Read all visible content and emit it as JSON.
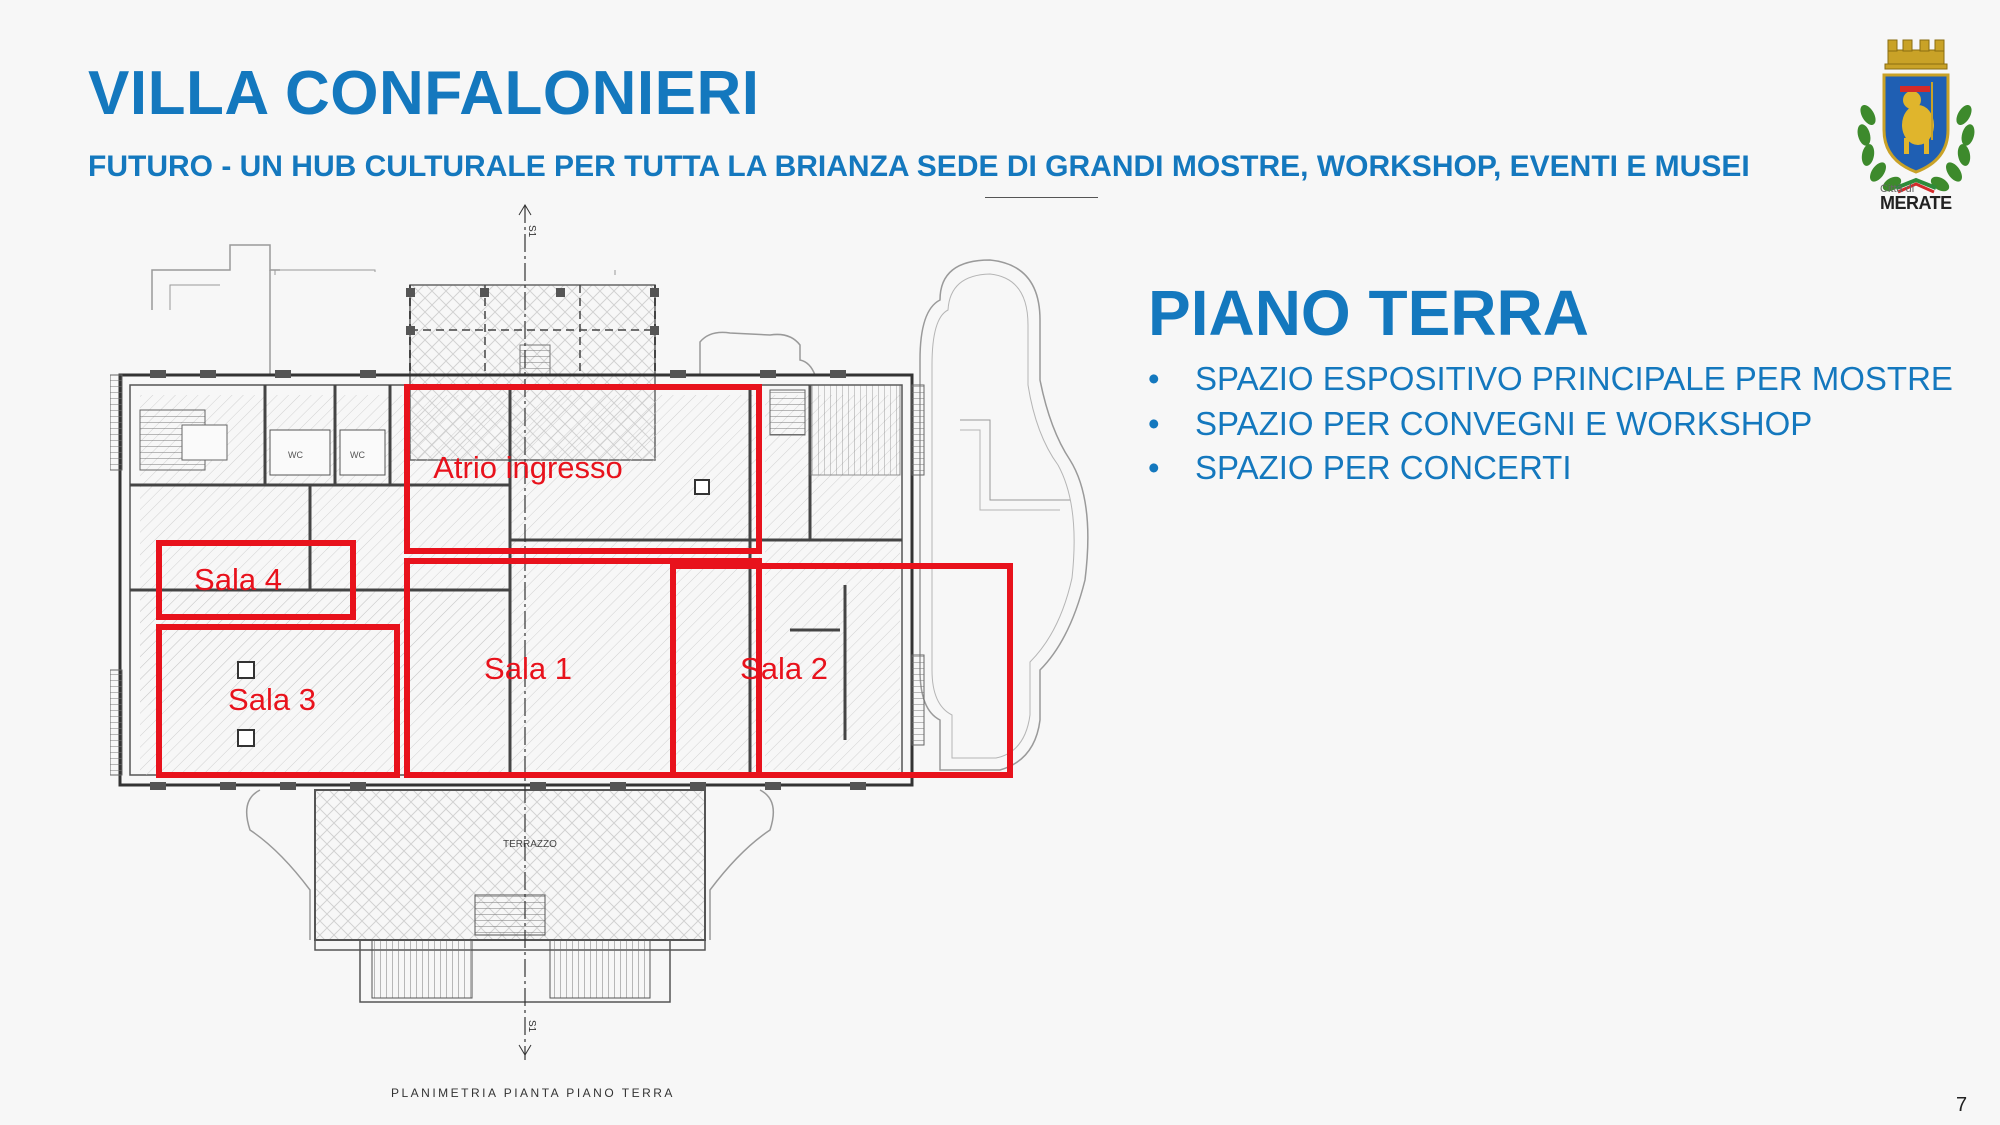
{
  "header": {
    "title": "VILLA CONFALONIERI",
    "subtitle": "FUTURO - UN HUB CULTURALE PER TUTTA LA BRIANZA SEDE DI GRANDI MOSTRE, WORKSHOP, EVENTI E MUSEI"
  },
  "logo": {
    "small": "Città di",
    "name": "MERATE"
  },
  "section": {
    "title": "PIANO TERRA",
    "bullets": [
      "SPAZIO ESPOSITIVO PRINCIPALE PER MOSTRE",
      "SPAZIO PER CONVEGNI E WORKSHOP",
      "SPAZIO PER CONCERTI"
    ]
  },
  "floorplan": {
    "rooms": {
      "atrio": "Atrio ingresso",
      "sala1": "Sala 1",
      "sala2": "Sala 2",
      "sala3": "Sala 3",
      "sala4": "Sala 4"
    },
    "terrace_label": "TERRAZZO",
    "wc_label": "WC",
    "axis_label": "S1",
    "caption": "PLANIMETRIA PIANTA PIANO TERRA"
  },
  "colors": {
    "accent": "#1478be",
    "highlight": "#e8121c"
  },
  "page_number": "7"
}
